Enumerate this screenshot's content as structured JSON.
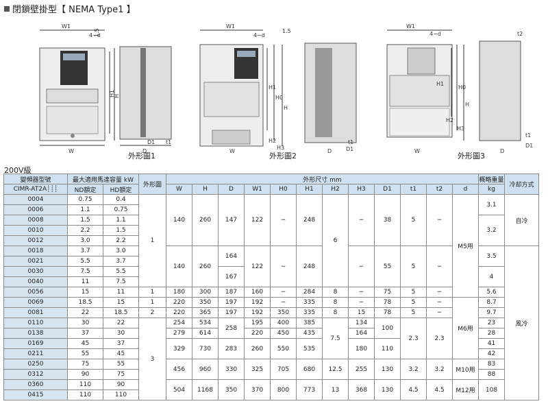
{
  "title": "閉鎖壁掛型【 NEMA Type1 】",
  "figures": [
    {
      "label": "外形圖1",
      "dims": [
        "W1",
        "4−d",
        "1.5",
        "H1",
        "H",
        "W",
        "D",
        "D1",
        "t1"
      ]
    },
    {
      "label": "外形圖2",
      "dims": [
        "W1",
        "4−d",
        "1.5",
        "H1",
        "H0",
        "H",
        "H2",
        "H3",
        "W",
        "D",
        "D1",
        "t1"
      ]
    },
    {
      "label": "外形圖3",
      "dims": [
        "W1",
        "4−d",
        "t2",
        "H0",
        "H1",
        "H",
        "H2",
        "H3",
        "W",
        "D",
        "D1",
        "t1"
      ]
    }
  ],
  "voltage_class": "200V級",
  "table": {
    "header_model": "變頻器型號",
    "header_model_sub": "CIMR-AT2A",
    "header_capacity": "最大適用馬達容量 kW",
    "header_nd": "ND額定",
    "header_hd": "HD額定",
    "header_outline": "外形圖",
    "header_dims": "外形尺寸 mm",
    "dim_cols": [
      "W",
      "H",
      "D",
      "W1",
      "H0",
      "H1",
      "H2",
      "H3",
      "D1",
      "t1",
      "t2",
      "d"
    ],
    "header_weight": "概略重量",
    "header_weight_unit": "kg",
    "header_cooling": "冷却方式",
    "rows": [
      {
        "model": "0004",
        "nd": "0.75",
        "hd": "0.4"
      },
      {
        "model": "0006",
        "nd": "1.1",
        "hd": "0.75"
      },
      {
        "model": "0008",
        "nd": "1.5",
        "hd": "1.1"
      },
      {
        "model": "0010",
        "nd": "2.2",
        "hd": "1.5"
      },
      {
        "model": "0012",
        "nd": "3.0",
        "hd": "2.2"
      },
      {
        "model": "0018",
        "nd": "3.7",
        "hd": "3.0"
      },
      {
        "model": "0021",
        "nd": "5.5",
        "hd": "3.7"
      },
      {
        "model": "0030",
        "nd": "7.5",
        "hd": "5.5"
      },
      {
        "model": "0040",
        "nd": "11",
        "hd": "7.5"
      },
      {
        "model": "0056",
        "nd": "15",
        "hd": "11"
      },
      {
        "model": "0069",
        "nd": "18.5",
        "hd": "15"
      },
      {
        "model": "0081",
        "nd": "22",
        "hd": "18.5"
      },
      {
        "model": "0110",
        "nd": "30",
        "hd": "22"
      },
      {
        "model": "0138",
        "nd": "37",
        "hd": "30"
      },
      {
        "model": "0169",
        "nd": "45",
        "hd": "37"
      },
      {
        "model": "0211",
        "nd": "55",
        "hd": "45"
      },
      {
        "model": "0250",
        "nd": "75",
        "hd": "55"
      },
      {
        "model": "0312",
        "nd": "90",
        "hd": "75"
      },
      {
        "model": "0360",
        "nd": "110",
        "hd": "90"
      },
      {
        "model": "0415",
        "nd": "110",
        "hd": "110"
      }
    ],
    "values": {
      "outline_1": "1",
      "outline_1b": "1",
      "outline_2": "2",
      "outline_3": "3",
      "g1_w": "140",
      "g1_h": "260",
      "g1_d": "147",
      "g1_w1": "122",
      "dash": "−",
      "g1_h1": "248",
      "h2_6": "6",
      "g1_d1": "38",
      "g1_t1": "5",
      "wt_31": "3.1",
      "wt_32": "3.2",
      "g2_w": "140",
      "g2_h": "260",
      "g2_d_a": "164",
      "g2_d_b": "167",
      "g2_w1": "122",
      "g2_h1": "248",
      "g2_d1": "55",
      "g2_t1": "5",
      "wt_35": "3.5",
      "wt_4": "4",
      "d_m5": "M5用",
      "r56": [
        "180",
        "300",
        "187",
        "160",
        "−",
        "284",
        "8",
        "−",
        "75",
        "5",
        "−",
        "5.6"
      ],
      "r69": [
        "220",
        "350",
        "197",
        "192",
        "−",
        "335",
        "8",
        "−",
        "78",
        "5",
        "−",
        "8.7"
      ],
      "r81": [
        "220",
        "365",
        "197",
        "192",
        "350",
        "335",
        "8",
        "15",
        "78",
        "5",
        "−",
        "9.7"
      ],
      "r110_w": "254",
      "r110_h": "534",
      "r110_w1": "195",
      "r110_h0": "400",
      "r110_h1": "385",
      "r110_h3": "134",
      "r110_wt": "23",
      "r138_w": "279",
      "r138_h": "614",
      "r138_w1": "220",
      "r138_h0": "450",
      "r138_h1": "435",
      "r138_h3": "164",
      "r138_wt": "28",
      "d_258": "258",
      "d1_100": "100",
      "h2_75": "7.5",
      "t_23a": "2.3",
      "t_23b": "2.3",
      "d_m6": "M6用",
      "r169": [
        "329",
        "730",
        "283",
        "260",
        "550",
        "535",
        "180",
        "110"
      ],
      "wt_41": "41",
      "wt_42": "42",
      "r250": [
        "456",
        "960",
        "330",
        "325",
        "705",
        "680",
        "12.5",
        "255",
        "130",
        "3.2",
        "3.2"
      ],
      "d_m10": "M10用",
      "wt_83": "83",
      "wt_88": "88",
      "r360": [
        "504",
        "1168",
        "350",
        "370",
        "800",
        "773",
        "13",
        "368",
        "130",
        "4.5",
        "4.5"
      ],
      "d_m12": "M12用",
      "wt_108": "108",
      "cool_self": "自冷",
      "cool_fan": "風冷"
    }
  }
}
